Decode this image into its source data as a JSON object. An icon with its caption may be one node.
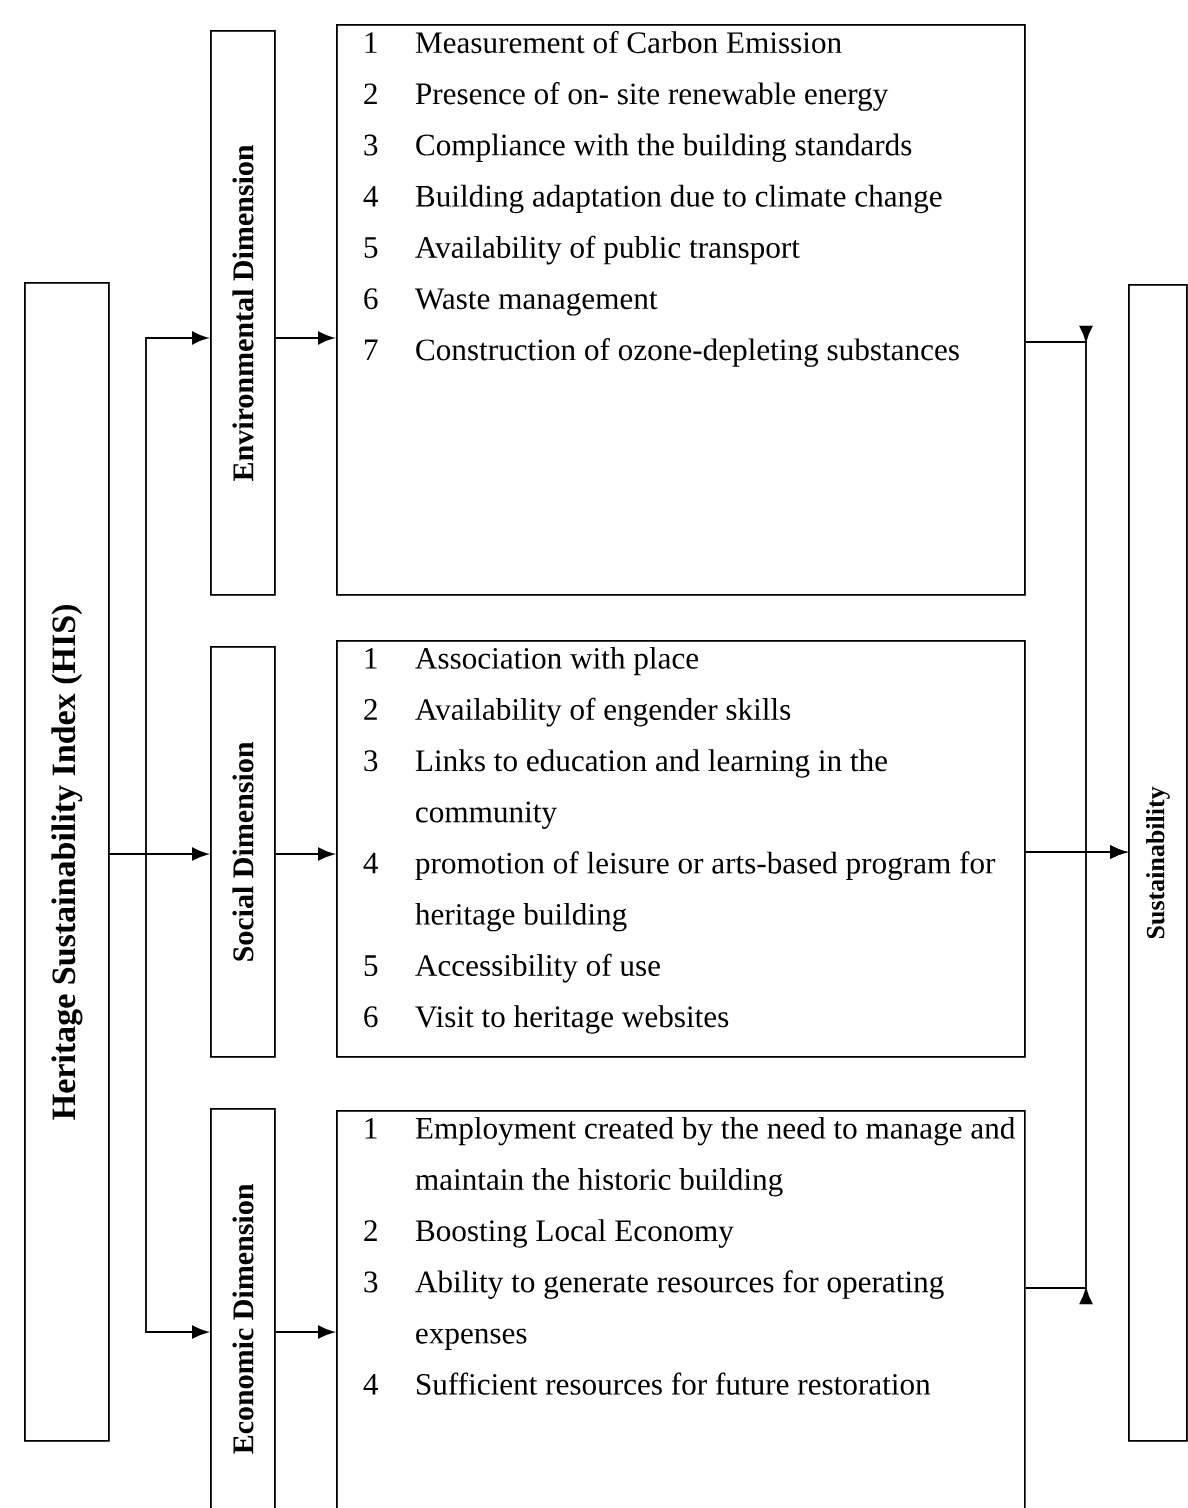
{
  "diagram": {
    "nodes": [
      {
        "text": [
          "Heritage Sustainability Index (HIS)"
        ]
      },
      {
        "text": [
          "Environmental Dimension"
        ]
      },
      {
        "text": [
          "1",
          "Measurement of Carbon Emission",
          "2",
          "Presence of on- site renewable energy",
          "3",
          "Compliance with the building standards",
          "4",
          "Building adaptation due to climate change",
          "5",
          "Availability of public transport",
          "6",
          "Waste management",
          "7",
          "Construction of ozone-depleting substances"
        ]
      },
      {
        "text": [
          "Social Dimension"
        ]
      },
      {
        "text": [
          "1",
          "Association with place",
          "2",
          "Availability of engender skills",
          "3",
          "Links to education and learning in the community",
          "4",
          "promotion of leisure or arts-based program for heritage building",
          "5",
          "Accessibility of use",
          "6",
          "Visit to heritage websites"
        ]
      },
      {
        "text": [
          "Economic Dimension"
        ]
      },
      {
        "text": [
          "1",
          "Employment created by the need to manage and maintain the historic building",
          "2",
          "Boosting Local Economy",
          "3",
          "Ability to generate resources for operating expenses",
          "4",
          "Sufficient resources for future restoration"
        ]
      },
      {
        "text": [
          "Sustainability"
        ]
      }
    ],
    "edges": [
      {
        "from": 0,
        "to": 1,
        "arrow": "to"
      },
      {
        "from": 0,
        "to": 3,
        "arrow": "to"
      },
      {
        "from": 0,
        "to": 5,
        "arrow": "to"
      },
      {
        "from": 1,
        "to": 2,
        "arrow": "to"
      },
      {
        "from": 3,
        "to": 4,
        "arrow": "to"
      },
      {
        "from": 5,
        "to": 6,
        "arrow": "to"
      },
      {
        "from": 2,
        "to": 7,
        "arrow": "to"
      },
      {
        "from": 4,
        "to": 7,
        "arrow": "to"
      },
      {
        "from": 6,
        "to": 7,
        "arrow": "to"
      }
    ]
  }
}
